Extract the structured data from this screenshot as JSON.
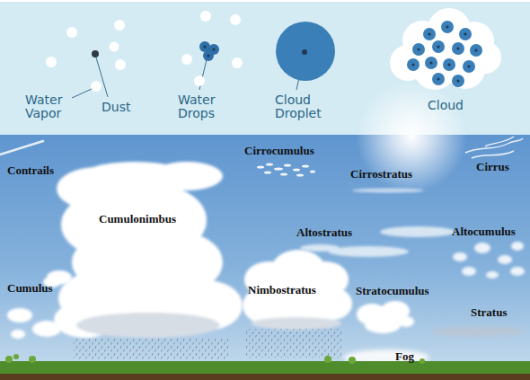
{
  "diagram": {
    "labels": [
      "Water Vapor",
      "Dust",
      "Water Drops",
      "Cloud Droplet",
      "Cloud",
      "Contrails",
      "Cirrocumulus",
      "Cirrostratus",
      "Cirrus",
      "Cumulonimbus",
      "Altostratus",
      "Altocumulus",
      "Cumulus",
      "Nimbostratus",
      "Stratocumulus",
      "Stratus",
      "Fog"
    ]
  }
}
